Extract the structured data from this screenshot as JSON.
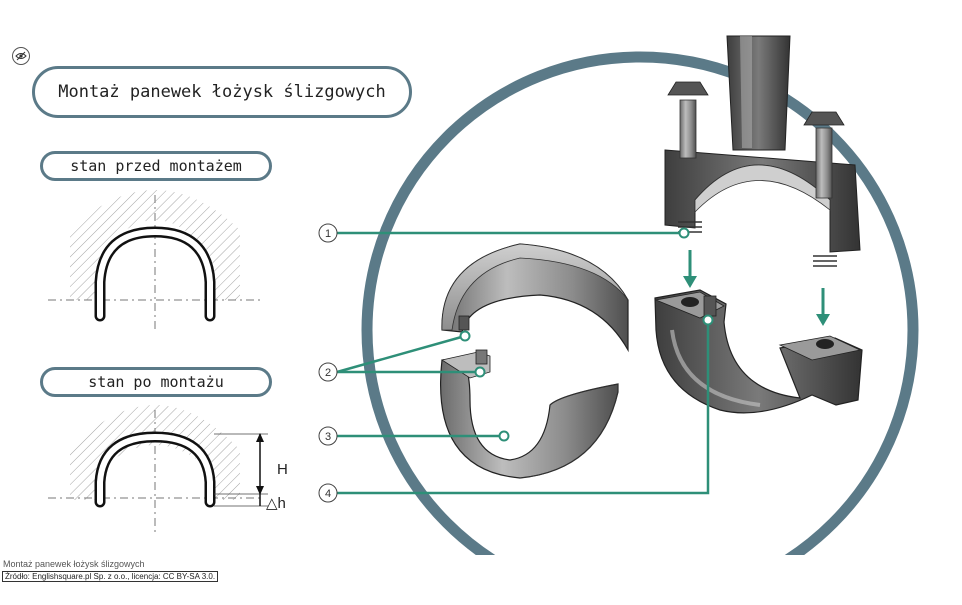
{
  "title": "Montaż panewek łożysk ślizgowych",
  "labels": {
    "before": "stan przed montażem",
    "after": "stan po montażu"
  },
  "dimensions": {
    "height": "H",
    "delta": "△h"
  },
  "callouts": [
    "1",
    "2",
    "3",
    "4"
  ],
  "caption": {
    "text": "Montaż panewek łożysk ślizgowych",
    "source": "Źródło: Englishsquare.pl Sp. z o.o., licencja: CC BY-SA 3.0."
  },
  "icons": {
    "toggle": "eye-slash-icon"
  },
  "colors": {
    "frame": "#5b7a88",
    "accent": "#2e8f78",
    "metal": "#8a8a8a"
  }
}
